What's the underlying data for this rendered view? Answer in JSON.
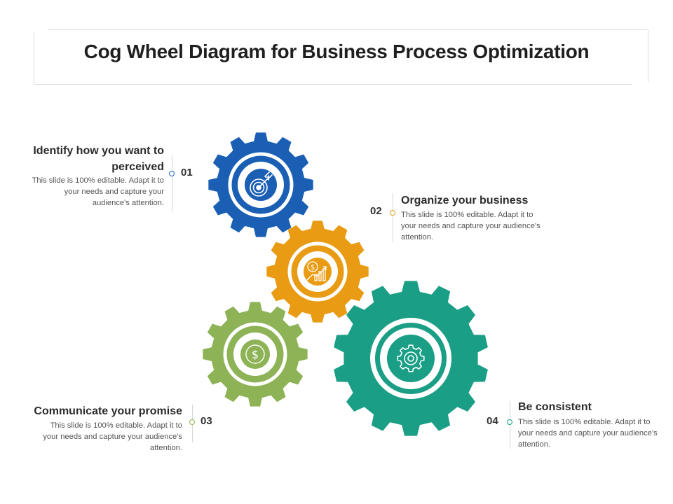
{
  "title": "Cog Wheel Diagram for Business Process Optimization",
  "steps": [
    {
      "number": "01",
      "heading": "Identify how you want to perceived",
      "body": "This slide is 100% editable. Adapt it to your needs and capture your audience's attention.",
      "color": "#1a5fb4",
      "icon": "target-arrow-icon"
    },
    {
      "number": "02",
      "heading": "Organize your business",
      "body": "This slide is 100% editable. Adapt it to your needs and capture your audience's attention.",
      "color": "#e89b13",
      "icon": "money-growth-chart-icon"
    },
    {
      "number": "03",
      "heading": "Communicate your promise",
      "body": "This slide is 100% editable. Adapt it to your needs and capture your audience's attention.",
      "color": "#8db356",
      "icon": "dollar-coin-icon"
    },
    {
      "number": "04",
      "heading": "Be consistent",
      "body": "This slide is 100% editable. Adapt it to your needs and capture your audience's attention.",
      "color": "#1a9e85",
      "icon": "gear-icon"
    }
  ]
}
